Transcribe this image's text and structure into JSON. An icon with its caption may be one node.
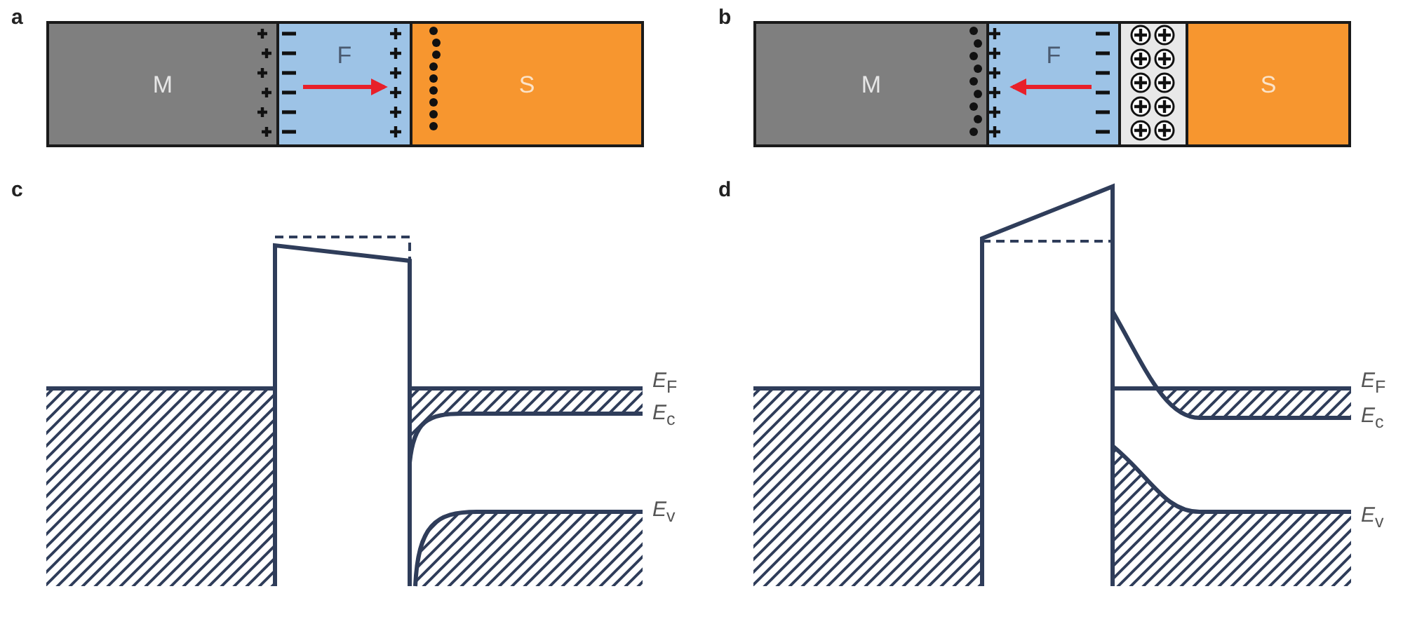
{
  "diagram": {
    "nodes": [
      {
        "text": [
          "M"
        ]
      },
      {
        "text": [
          "F"
        ]
      },
      {
        "text": [
          "S"
        ]
      },
      {
        "text": [
          "M"
        ]
      },
      {
        "text": [
          "F"
        ]
      },
      {
        "text": [],
        "shape": "box"
      },
      {
        "text": [
          "S"
        ]
      }
    ],
    "labels": [
      "a",
      "b",
      "c",
      "d",
      "*E*$_{F}$",
      "*E*$_{c}$",
      "*E*$_{v}$",
      "*E*$_{F}$",
      "*E*$_{c}$",
      "*E*$_{v}$"
    ]
  }
}
